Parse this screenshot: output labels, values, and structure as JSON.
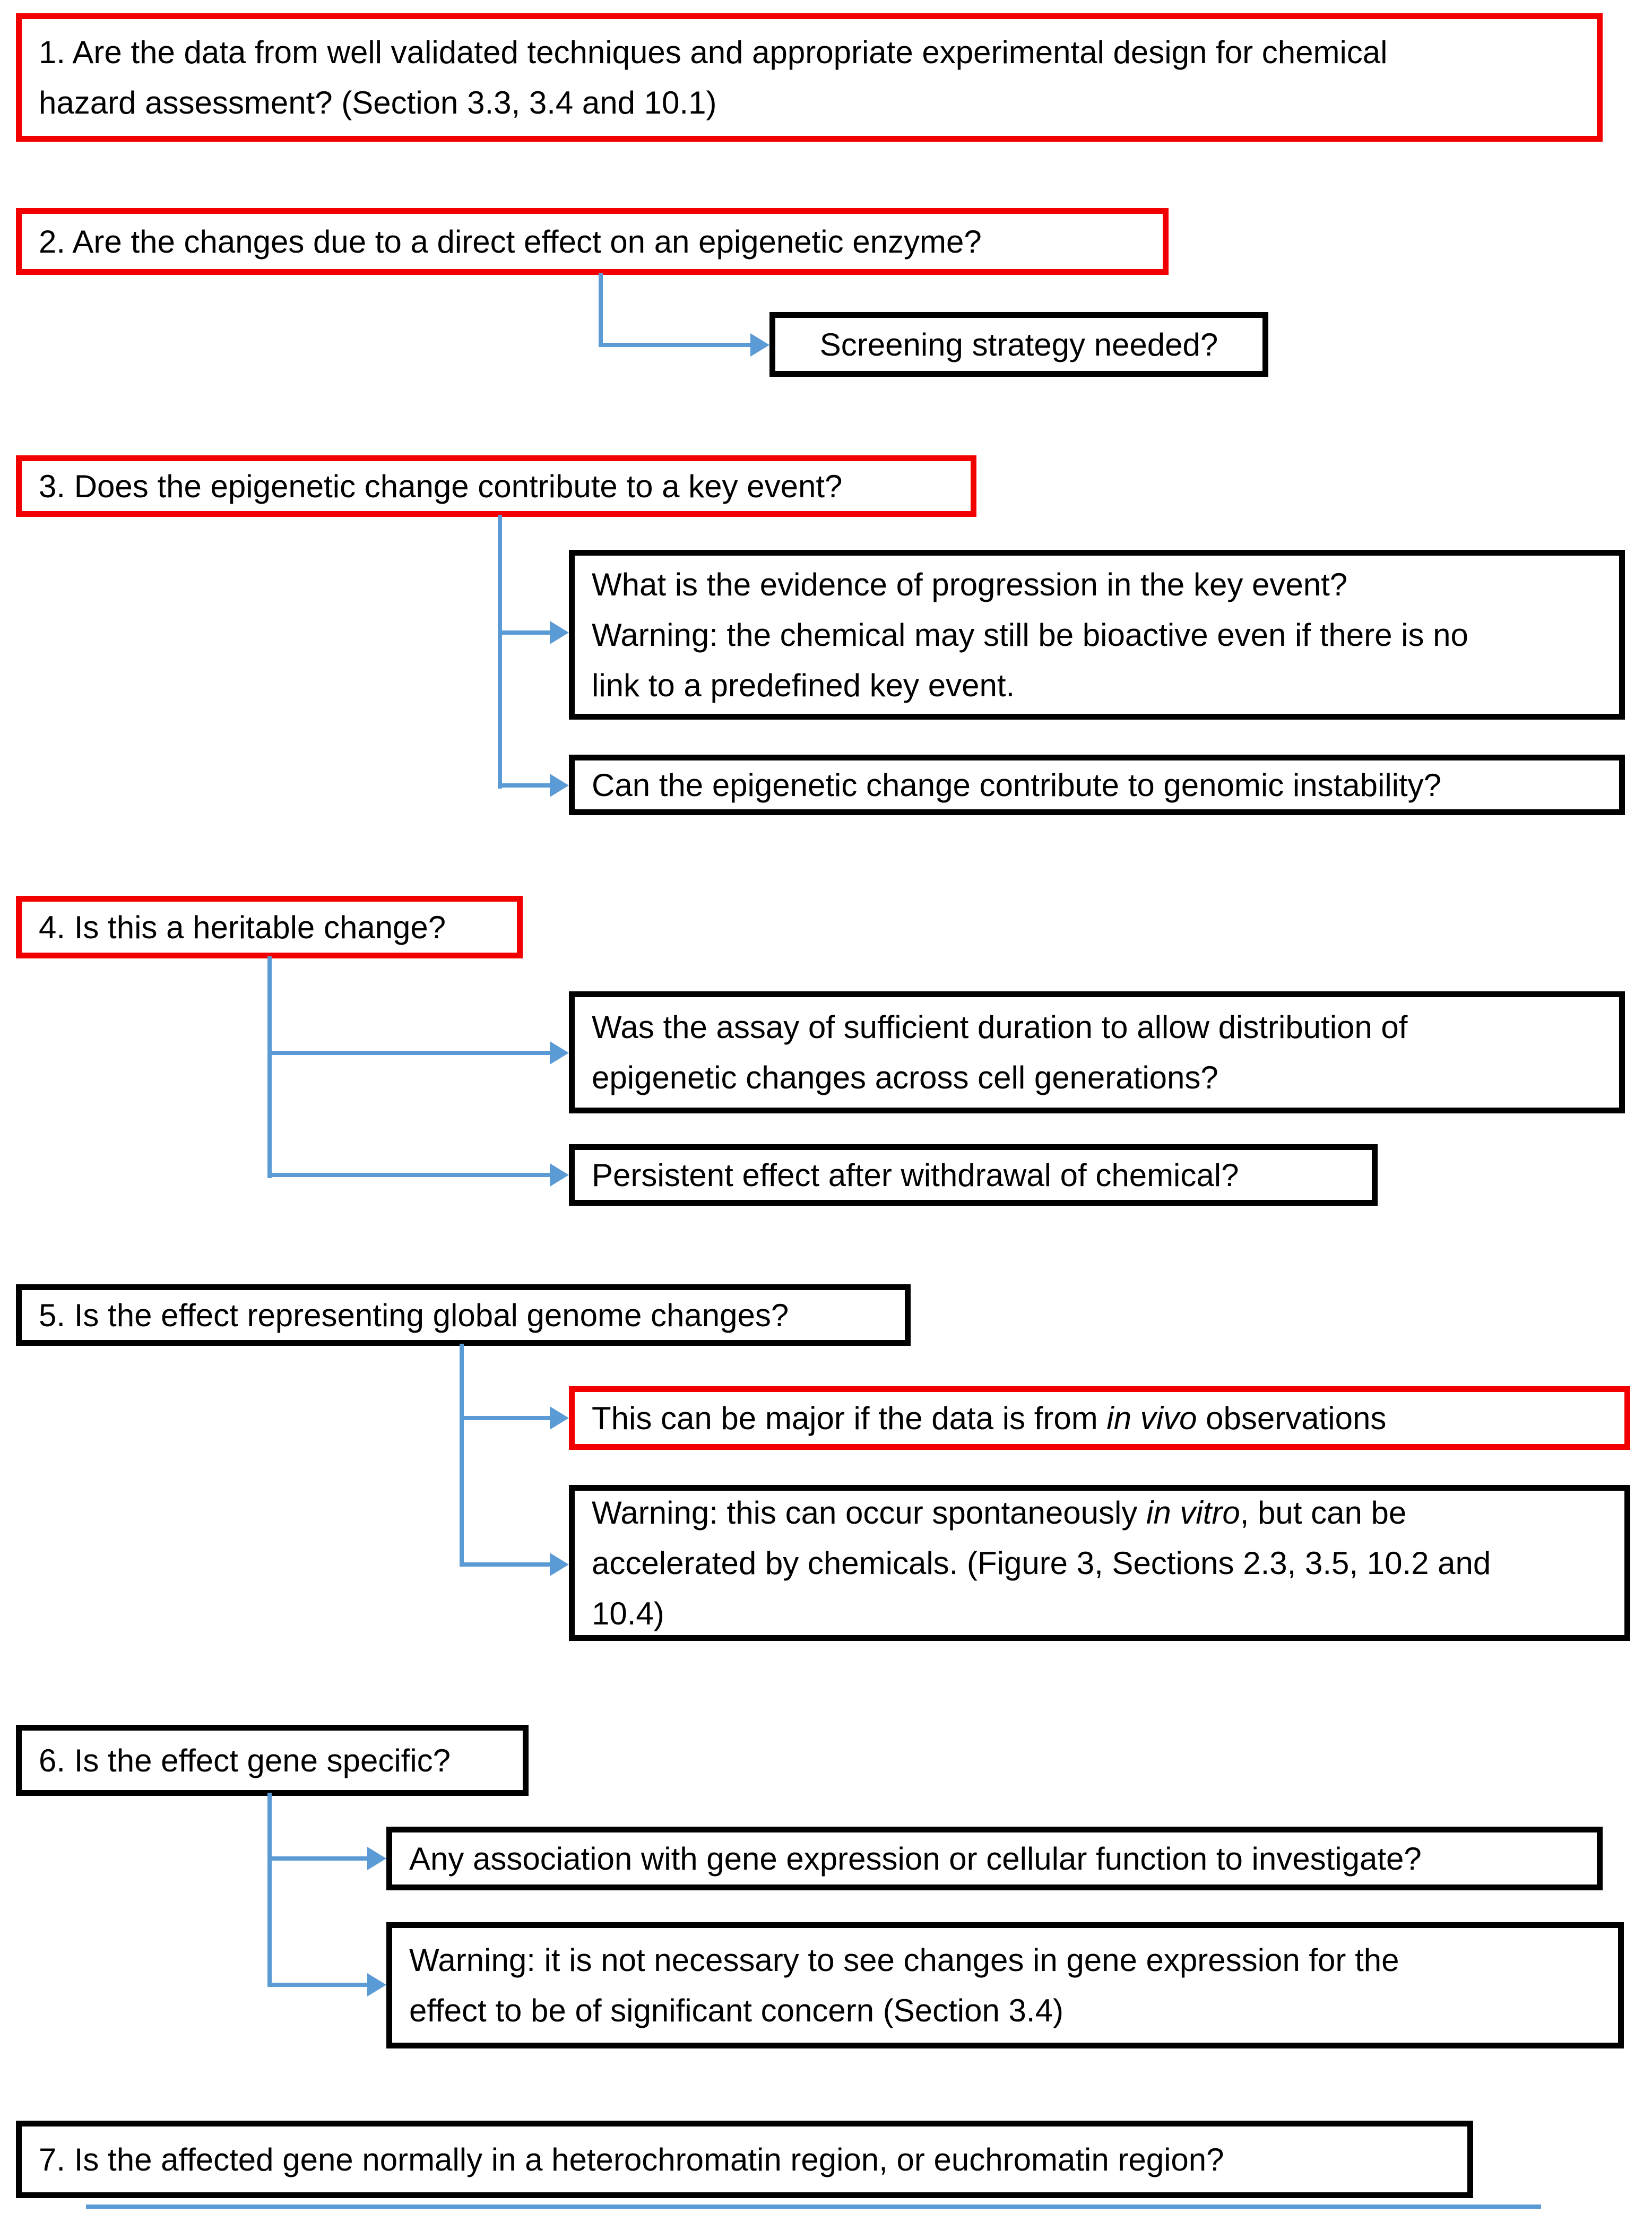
{
  "colors": {
    "connector_blue": "#5B9BD5",
    "highlight_red": "#F20000",
    "border_black": "#000000",
    "background": "#FFFFFF"
  },
  "figure": {
    "q1": {
      "border": "red",
      "text": "1. Are the data from well validated techniques and appropriate experimental design for chemical\nhazard assessment? (Section 3.3, 3.4 and 10.1)"
    },
    "q2": {
      "border": "red",
      "text": "2. Are the changes due to a direct effect on an epigenetic enzyme?"
    },
    "q2_answer": {
      "border": "black",
      "text": "Screening strategy needed?"
    },
    "q3": {
      "border": "red",
      "text": "3. Does the epigenetic change contribute to a key event?"
    },
    "q3_answer1": {
      "border": "black",
      "text": "What is the evidence of progression in the key event?\nWarning: the chemical may still be bioactive even if there is no\nlink to a predefined key event."
    },
    "q3_answer2": {
      "border": "black",
      "text": "Can the epigenetic change contribute to genomic instability?"
    },
    "q4": {
      "border": "red",
      "text": "4. Is this a heritable change?"
    },
    "q4_answer1": {
      "border": "black",
      "text": "Was the assay of sufficient duration to allow distribution of\nepigenetic changes across cell generations?"
    },
    "q4_answer2": {
      "border": "black",
      "text": "Persistent effect after withdrawal of chemical?"
    },
    "q5": {
      "border": "black",
      "text": "5. Is the effect representing global genome changes?"
    },
    "q5_answer1": {
      "border": "red",
      "segments": [
        {
          "t": "This can be major if the data is from "
        },
        {
          "t": "in vivo",
          "i": true
        },
        {
          "t": " observations"
        }
      ]
    },
    "q5_answer2": {
      "border": "black",
      "segments": [
        {
          "t": "Warning: this can occur spontaneously "
        },
        {
          "t": "in vitro",
          "i": true
        },
        {
          "t": ", but can be\naccelerated by chemicals. (Figure 3, Sections 2.3, 3.5, 10.2 and\n10.4)"
        }
      ]
    },
    "q6": {
      "border": "black",
      "text": "6. Is the effect gene specific?"
    },
    "q6_answer1": {
      "border": "black",
      "text": "Any association with gene expression or cellular function to investigate?"
    },
    "q6_answer2": {
      "border": "black",
      "text": "Warning: it is not necessary to see changes in gene expression for the\neffect to be of significant concern (Section 3.4)"
    },
    "q7": {
      "border": "black",
      "text": "7. Is the affected gene normally in a heterochromatin region, or euchromatin region?"
    }
  }
}
